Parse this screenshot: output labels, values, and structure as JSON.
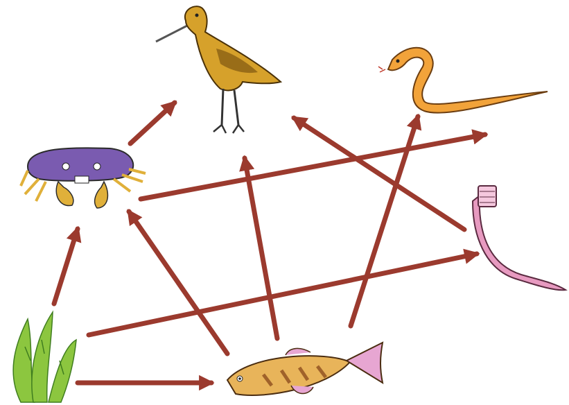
{
  "diagram": {
    "organisms": [
      {
        "id": "bird",
        "icon": "shorebird-icon",
        "colors": {
          "body": "#d6a12b",
          "shade": "#8a6014",
          "legs": "#333333"
        }
      },
      {
        "id": "snake",
        "icon": "snake-icon",
        "colors": {
          "body": "#f2a33a",
          "outline": "#6b3d10"
        }
      },
      {
        "id": "crab",
        "icon": "crab-icon",
        "colors": {
          "shell": "#7a5bb0",
          "legs": "#e0b03a",
          "outline": "#2b2b2b"
        }
      },
      {
        "id": "worm",
        "icon": "worm-icon",
        "colors": {
          "body": "#e79ac0",
          "band": "#f5c8de",
          "outline": "#5a2a40"
        }
      },
      {
        "id": "seaweed",
        "icon": "seaweed-icon",
        "colors": {
          "fill": "#8cc63f",
          "dark": "#3f7d1f"
        }
      },
      {
        "id": "fish",
        "icon": "fish-icon",
        "colors": {
          "body": "#e8b45a",
          "stripe": "#a0622a",
          "fins": "#e7a6d2"
        }
      }
    ],
    "links": [
      {
        "from": "seaweed",
        "to": "crab"
      },
      {
        "from": "seaweed",
        "to": "fish"
      },
      {
        "from": "seaweed",
        "to": "worm"
      },
      {
        "from": "crab",
        "to": "bird"
      },
      {
        "from": "crab",
        "to": "snake"
      },
      {
        "from": "fish",
        "to": "crab"
      },
      {
        "from": "fish",
        "to": "bird"
      },
      {
        "from": "fish",
        "to": "snake"
      },
      {
        "from": "worm",
        "to": "bird"
      }
    ],
    "arrow_color": "#9b3a2e"
  }
}
